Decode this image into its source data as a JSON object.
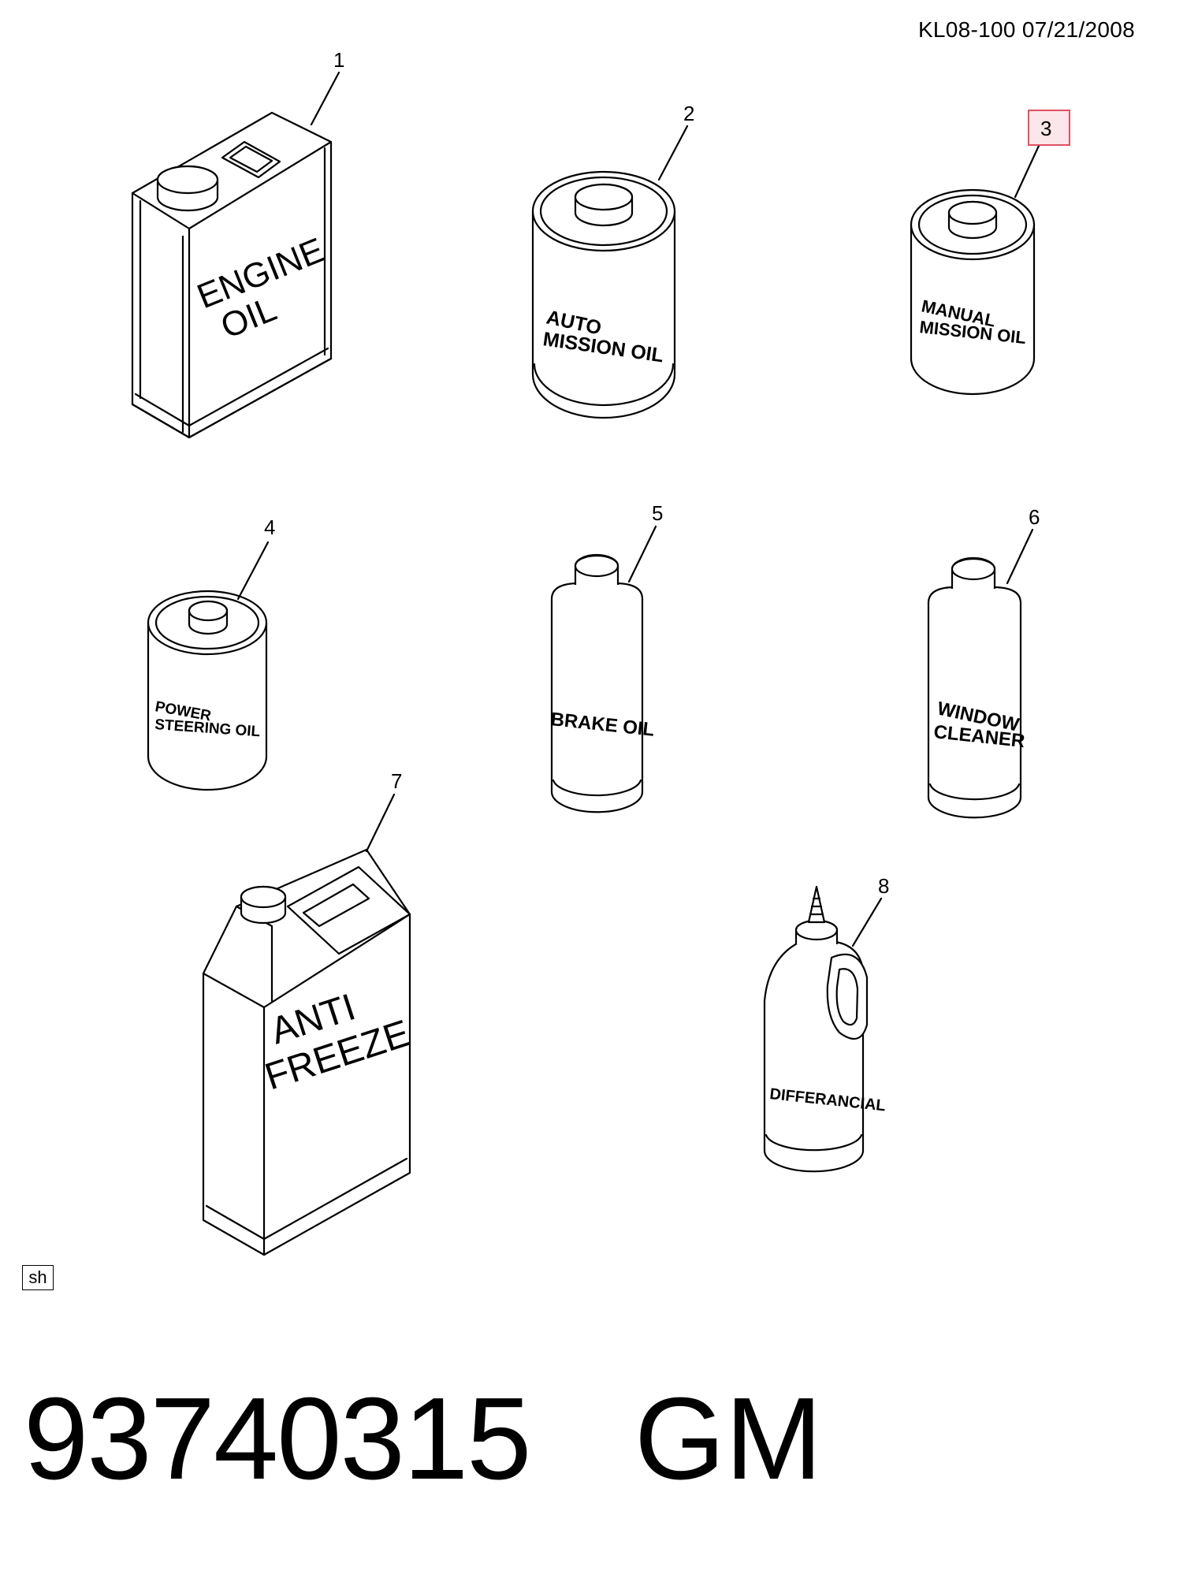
{
  "header": {
    "doc_code": "KL08-100  07/21/2008"
  },
  "footer": {
    "part_number": "93740315",
    "brand": "GM",
    "sheet_tag": "sh"
  },
  "items": [
    {
      "callout": "1",
      "label_lines": [
        "ENGINE",
        "OIL"
      ]
    },
    {
      "callout": "2",
      "label_lines": [
        "AUTO",
        "MISSION OIL"
      ]
    },
    {
      "callout": "3",
      "label_lines": [
        "MANUAL",
        "MISSION OIL"
      ],
      "highlighted": true
    },
    {
      "callout": "4",
      "label_lines": [
        "POWER",
        "STEERING OIL"
      ]
    },
    {
      "callout": "5",
      "label_lines": [
        "BRAKE OIL"
      ]
    },
    {
      "callout": "6",
      "label_lines": [
        "WINDOW",
        "CLEANER"
      ]
    },
    {
      "callout": "7",
      "label_lines": [
        "ANTI",
        "FREEZE"
      ]
    },
    {
      "callout": "8",
      "label_lines": [
        "DIFFERANCIAL"
      ]
    }
  ],
  "colors": {
    "highlight_fill": "#fde6ea",
    "highlight_stroke": "#e05060"
  }
}
